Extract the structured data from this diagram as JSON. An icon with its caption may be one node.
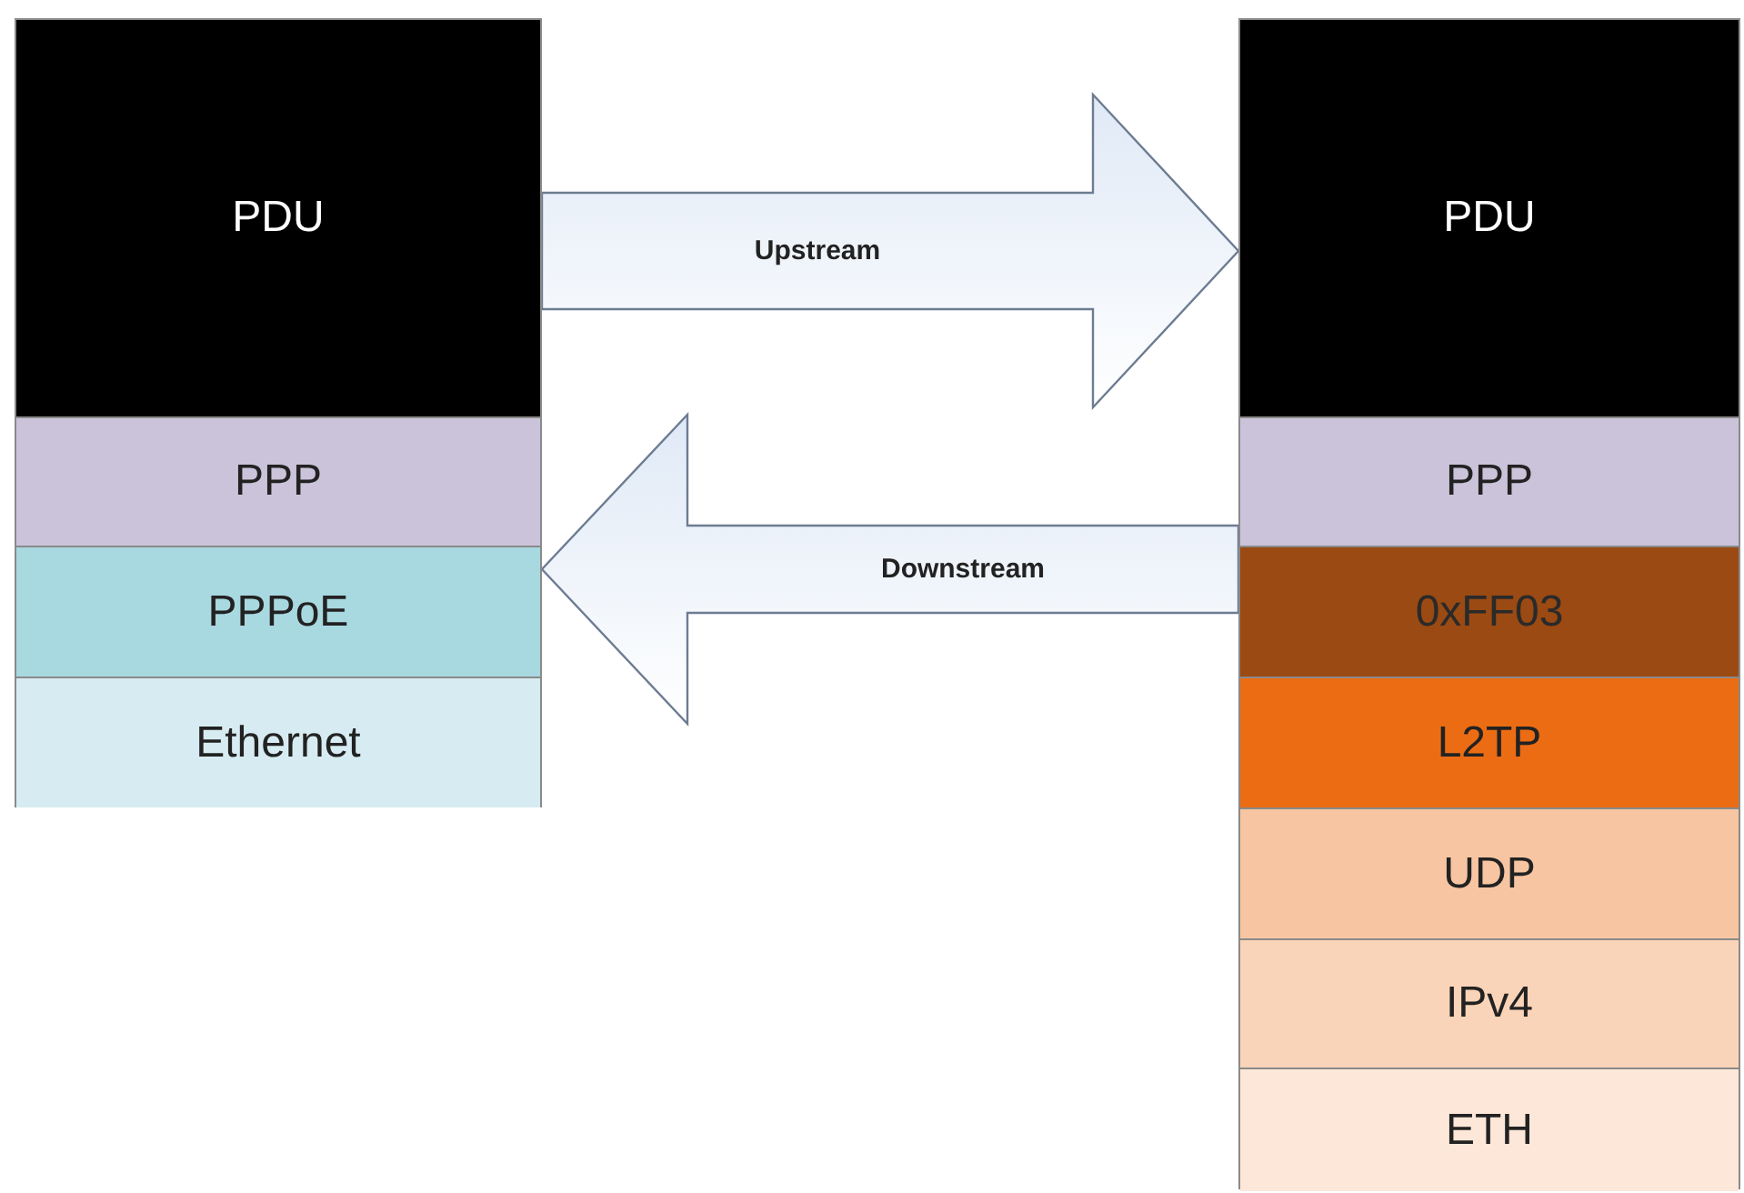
{
  "diagram": {
    "nodes": [
      {
        "text": [],
        "shape": "box"
      },
      {
        "text": [
          "PDU"
        ],
        "in": 0
      },
      {
        "text": [
          "PPP"
        ],
        "in": 0
      },
      {
        "text": [
          "PPPoE"
        ],
        "in": 0
      },
      {
        "text": [
          "Ethernet"
        ],
        "in": 0
      },
      {
        "text": [],
        "shape": "box"
      },
      {
        "text": [
          "PDU"
        ],
        "in": 5
      },
      {
        "text": [
          "PPP"
        ],
        "in": 5
      },
      {
        "text": [
          "0xFF03"
        ],
        "in": 5
      },
      {
        "text": [
          "L2TP"
        ],
        "in": 5
      },
      {
        "text": [
          "UDP"
        ],
        "in": 5
      },
      {
        "text": [
          "IPv4"
        ],
        "in": 5
      },
      {
        "text": [
          "ETH"
        ],
        "in": 5
      }
    ],
    "edges": [
      {
        "from": 0,
        "to": 5,
        "arrow": "to",
        "label": "Upstream"
      },
      {
        "from": 5,
        "to": 0,
        "arrow": "to",
        "label": "Downstream"
      }
    ]
  }
}
